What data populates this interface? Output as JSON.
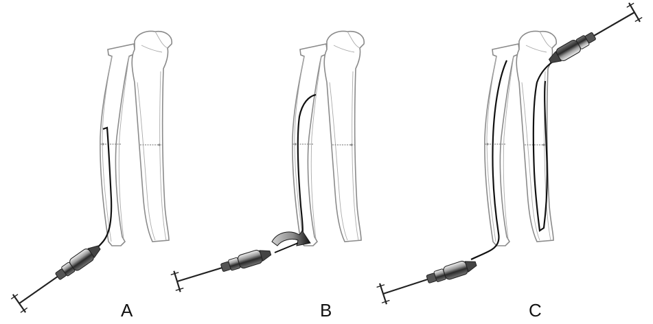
{
  "panels": [
    {
      "label": "A"
    },
    {
      "label": "B"
    },
    {
      "label": "C"
    }
  ],
  "colors": {
    "bone_outline": "#8a8a8a",
    "bone_fill": "#ffffff",
    "wire": "#111111",
    "instrument": "#222222",
    "rotation_arrow": "#1a1a1a",
    "rotation_arrow_shade": "#b5b5b5"
  },
  "icons": {
    "forearm_bones": "radius-ulna-illustration",
    "handle": "t-handle-icon",
    "chuck": "wire-chuck-icon",
    "rotation": "curved-rotation-arrow-icon"
  }
}
